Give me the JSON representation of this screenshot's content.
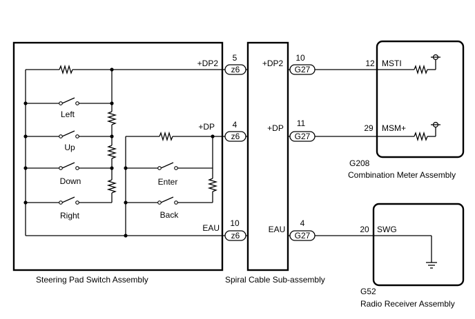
{
  "components": {
    "steering": {
      "name": "Steering Pad Switch Assembly",
      "switches": [
        "Left",
        "Up",
        "Down",
        "Right",
        "Enter",
        "Back"
      ],
      "pins": [
        {
          "signal": "+DP2",
          "pin": "5",
          "connector": "z6"
        },
        {
          "signal": "+DP",
          "pin": "4",
          "connector": "z6"
        },
        {
          "signal": "EAU",
          "pin": "10",
          "connector": "z6"
        }
      ]
    },
    "spiral": {
      "name": "Spiral Cable Sub-assembly",
      "pins": [
        {
          "signal": "+DP2",
          "pin": "10",
          "connector": "G27"
        },
        {
          "signal": "+DP",
          "pin": "11",
          "connector": "G27"
        },
        {
          "signal": "EAU",
          "pin": "4",
          "connector": "G27"
        }
      ]
    },
    "meter": {
      "code": "G208",
      "name": "Combination Meter Assembly",
      "pins": [
        {
          "pin": "12",
          "signal": "MSTI"
        },
        {
          "pin": "29",
          "signal": "MSM+"
        }
      ]
    },
    "radio": {
      "code": "G52",
      "name": "Radio Receiver Assembly",
      "pins": [
        {
          "pin": "20",
          "signal": "SWG"
        }
      ]
    }
  }
}
